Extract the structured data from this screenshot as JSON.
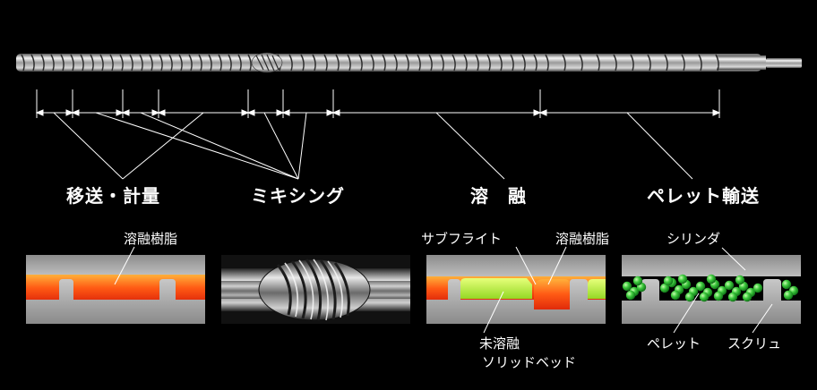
{
  "sections": {
    "transport_metering": "移送・計量",
    "mixing": "ミキシング",
    "melting": "溶　融",
    "pellet_transport": "ペレット輸送"
  },
  "panel_labels": {
    "molten_resin_1": "溶融樹脂",
    "subflight": "サブフライト",
    "molten_resin_2": "溶融樹脂",
    "unmelted": "未溶融",
    "solid_bed": "ソリッドベッド",
    "cylinder": "シリンダ",
    "pellet": "ペレット",
    "screw": "スクリュ"
  },
  "colors": {
    "background": "#000000",
    "barrel_gray": "#a6a6a6",
    "molten_orange": "#ff5a14",
    "solid_green": "#b4f032",
    "pellet_green": "#3cc83c",
    "line_white": "#ffffff"
  },
  "icons": {
    "screw_photo": "extruder-screw-icon",
    "mixing_photo": "mixing-element-icon"
  }
}
